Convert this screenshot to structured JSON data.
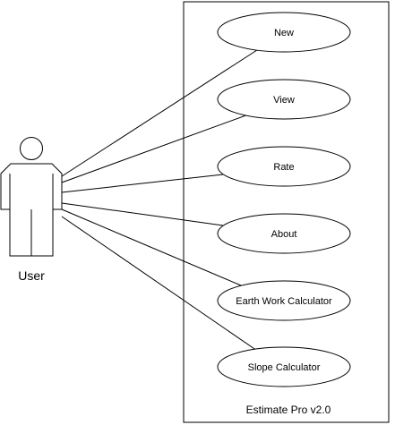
{
  "actor": {
    "label": "User"
  },
  "system": {
    "label": "Estimate Pro v2.0"
  },
  "use_cases": [
    {
      "label": "New"
    },
    {
      "label": "View"
    },
    {
      "label": "Rate"
    },
    {
      "label": "About"
    },
    {
      "label": "Earth Work Calculator"
    },
    {
      "label": "Slope Calculator"
    }
  ],
  "colors": {
    "stroke": "#000000",
    "fill": "#ffffff"
  }
}
